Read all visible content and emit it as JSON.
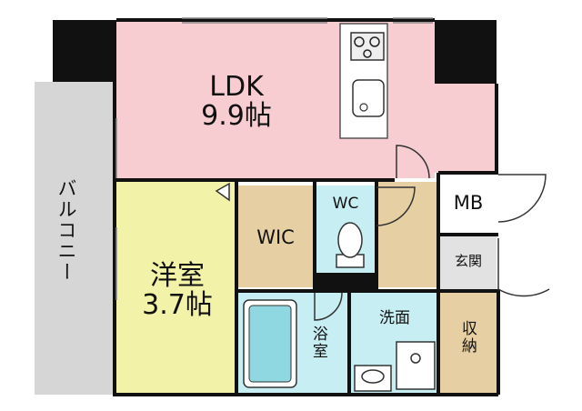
{
  "floor_plan": {
    "rooms": {
      "ldk": {
        "name": "LDK",
        "size": "9.9帖"
      },
      "western_room": {
        "name": "洋室",
        "size": "3.7帖"
      },
      "balcony": {
        "name": "バルコニー"
      },
      "wic": {
        "name": "WIC"
      },
      "wc": {
        "name": "WC"
      },
      "mb": {
        "name": "MB"
      },
      "entrance": {
        "name": "玄関"
      },
      "bathroom": {
        "name": "浴室"
      },
      "washroom": {
        "name": "洗面"
      },
      "storage": {
        "name": "収納"
      }
    },
    "colors": {
      "ldk": "#f7cdd2",
      "western_room": "#f3f2a9",
      "wood": "#e6cfa2",
      "water": "#c7eef3",
      "balcony": "#d6d6d6",
      "entrance": "#e2e2e2",
      "wall": "#111111"
    }
  }
}
